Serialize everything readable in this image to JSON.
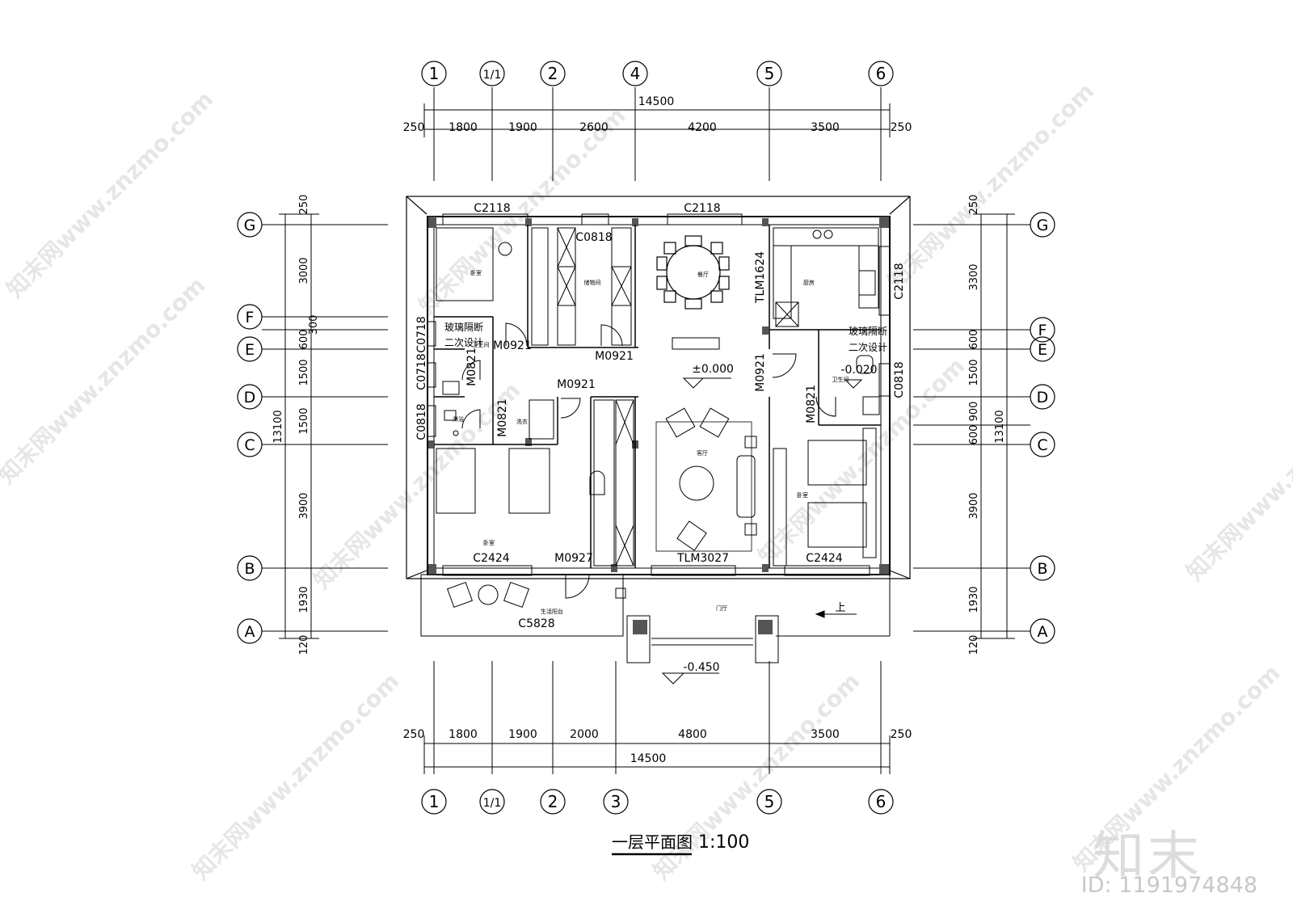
{
  "drawing": {
    "title": "一层平面图",
    "scale": "1:100",
    "axes_top": [
      "1",
      "1/1",
      "2",
      "4",
      "5",
      "6"
    ],
    "axes_bottom": [
      "1",
      "1/1",
      "2",
      "3",
      "5",
      "6"
    ],
    "axes_left": [
      "G",
      "F",
      "E",
      "D",
      "C",
      "B",
      "A"
    ],
    "axes_right": [
      "G",
      "F",
      "E",
      "D",
      "C",
      "B",
      "A"
    ],
    "dims_top": [
      "250",
      "1800",
      "1900",
      "2600",
      "4200",
      "3500",
      "250"
    ],
    "dims_top_total": "14500",
    "dims_bottom": [
      "250",
      "1800",
      "1900",
      "2000",
      "4800",
      "3500",
      "250"
    ],
    "dims_bottom_total": "14500",
    "dims_left": [
      "250",
      "3000",
      "300",
      "600",
      "1500",
      "1500",
      "3900",
      "1930",
      "120"
    ],
    "dims_left_total": "13100",
    "dims_right": [
      "250",
      "3300",
      "600",
      "1500",
      "900",
      "600",
      "3900",
      "1930",
      "120"
    ],
    "dims_right_total": "13100",
    "rooms": {
      "bedroom_nw": "卧室",
      "storage": "储物间",
      "dining": "餐厅",
      "kitchen": "厨房",
      "bath_w": "卫生间",
      "shower": "淋浴",
      "laundry": "洗衣",
      "living": "客厅",
      "bedroom_sw": "卧室",
      "bedroom_e": "卧室",
      "balcony": "生活阳台",
      "foyer": "门厅",
      "bath_e": "卫生间"
    },
    "labels": {
      "c2118_a": "C2118",
      "c2118_b": "C2118",
      "c2118_v": "C2118",
      "c0818_top": "C0818",
      "c0718_a": "C0718",
      "c0718_b": "C0718",
      "c0818_w": "C0818",
      "c0818_e": "C0818",
      "tlm1624": "TLM1624",
      "m0921_a": "M0921",
      "m0921_b": "M0921",
      "m0921_c": "M0921",
      "m0921_d": "M0921",
      "m0821_a": "M0821",
      "m0821_b": "M0821",
      "m0821_c": "M0821",
      "c2424_a": "C2424",
      "c2424_b": "C2424",
      "m0927": "M0927",
      "tlm3027": "TLM3027",
      "c5828": "C5828",
      "glass_a": "玻璃隔断",
      "glass_a2": "二次设计",
      "glass_b": "玻璃隔断",
      "glass_b2": "二次设计",
      "level_0": "±0.000",
      "level_1": "-0.020",
      "level_2": "-0.450",
      "up": "上"
    }
  },
  "watermark": {
    "text": "知末网www.znzmo.com",
    "brand": "知末",
    "id": "ID: 1191974848"
  }
}
